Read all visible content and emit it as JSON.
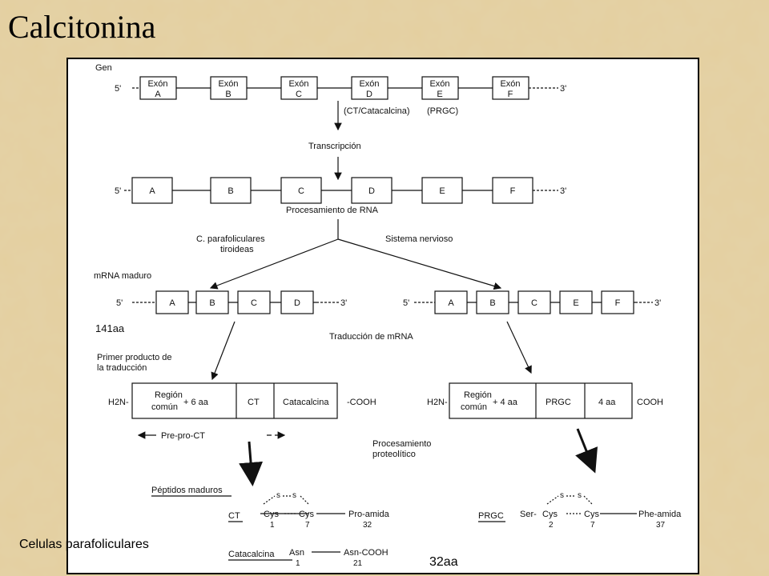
{
  "slide": {
    "title": "Calcitonina",
    "caption": "Celulas parafoliculares",
    "count": "32aa"
  },
  "diagram": {
    "gene_label": "Gen",
    "five_prime": "5'",
    "three_prime": "3'",
    "exon_word": "Exón",
    "exons": [
      "A",
      "B",
      "C",
      "D",
      "E",
      "F"
    ],
    "gene_annotation_left": "(CT/Catacalcina)",
    "gene_annotation_right": "(PRGC)",
    "transcription": "Transcripción",
    "rna_processing": "Procesamiento de RNA",
    "branch_left_line1": "C. parafoliculares",
    "branch_left_line2": "tiroideas",
    "branch_right": "Sistema nervioso",
    "mature_mrna": "mRNA maduro",
    "mrna_left": [
      "A",
      "B",
      "C",
      "D"
    ],
    "mrna_right": [
      "A",
      "B",
      "C",
      "E",
      "F"
    ],
    "aa_141": "141aa",
    "translation": "Traducción de  mRNA",
    "first_product_line1": "Primer producto de",
    "first_product_line2": "la traducción",
    "n_terminus": "H2N-",
    "left_product": {
      "region_line1": "Región",
      "region_line2": "común",
      "extra": "+ 6 aa",
      "ct": "CT",
      "catacalcina": "Catacalcina",
      "c_terminus": "-COOH"
    },
    "right_product": {
      "region_line1": "Región",
      "region_line2": "común",
      "extra": "+ 4 aa",
      "prgc": "PRGC",
      "tail": "4 aa",
      "c_terminus": "COOH"
    },
    "pre_pro_ct": "Pre-pro-CT",
    "proteolytic_line1": "Procesamiento",
    "proteolytic_line2": "proteolítico",
    "mature_peptides": "Péptidos maduros",
    "ct_peptide": {
      "name": "CT",
      "cys": "Cys",
      "s": "s",
      "pos1": "1",
      "pos7": "7",
      "end": "Pro-amida",
      "end_pos": "32"
    },
    "prgc_peptide": {
      "name": "PRGC",
      "ser": "Ser-",
      "cys": "Cys",
      "s": "s",
      "pos2": "2",
      "pos7": "7",
      "end": "Phe-amida",
      "end_pos": "37"
    },
    "catacalcina_peptide": {
      "name": "Catacalcina",
      "start": "Asn",
      "start_pos": "1",
      "end": "Asn-COOH",
      "end_pos": "21"
    }
  }
}
